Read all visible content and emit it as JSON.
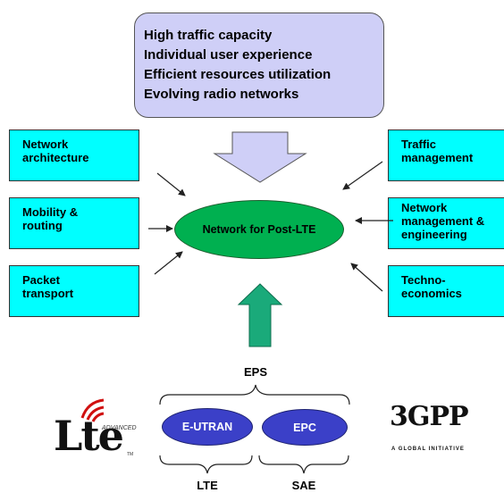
{
  "requirements": {
    "lines": [
      "High traffic capacity",
      "Individual user experience",
      "Efficient resources utilization",
      "Evolving radio networks"
    ]
  },
  "left_topics": [
    {
      "line1": "Network",
      "line2": "architecture"
    },
    {
      "line1": "Mobility &",
      "line2": "routing"
    },
    {
      "line1": "Packet",
      "line2": "transport"
    }
  ],
  "right_topics": [
    {
      "line1": "Traffic",
      "line2": "management",
      "line3": ""
    },
    {
      "line1": "Network",
      "line2": "management &",
      "line3": "engineering"
    },
    {
      "line1": "Techno-",
      "line2": "economics",
      "line3": ""
    }
  ],
  "center": {
    "label": "Network for Post-LTE"
  },
  "eps": {
    "label": "EPS",
    "eutran": "E-UTRAN",
    "epc": "EPC",
    "lte": "LTE",
    "sae": "SAE"
  },
  "logos": {
    "lte": {
      "main": "Lte",
      "sub": "ADVANCED",
      "tm": "TM"
    },
    "gpp": {
      "main": "3GPP",
      "tagline": "A GLOBAL INITIATIVE"
    }
  },
  "colors": {
    "requirements_fill": "#cfcff7",
    "topic_fill": "#00ffff",
    "center_fill": "#00b050",
    "eps_fill": "#3b40c8",
    "down_arrow_fill": "#cfcff7",
    "up_arrow_fill": "#1aaa7a"
  }
}
